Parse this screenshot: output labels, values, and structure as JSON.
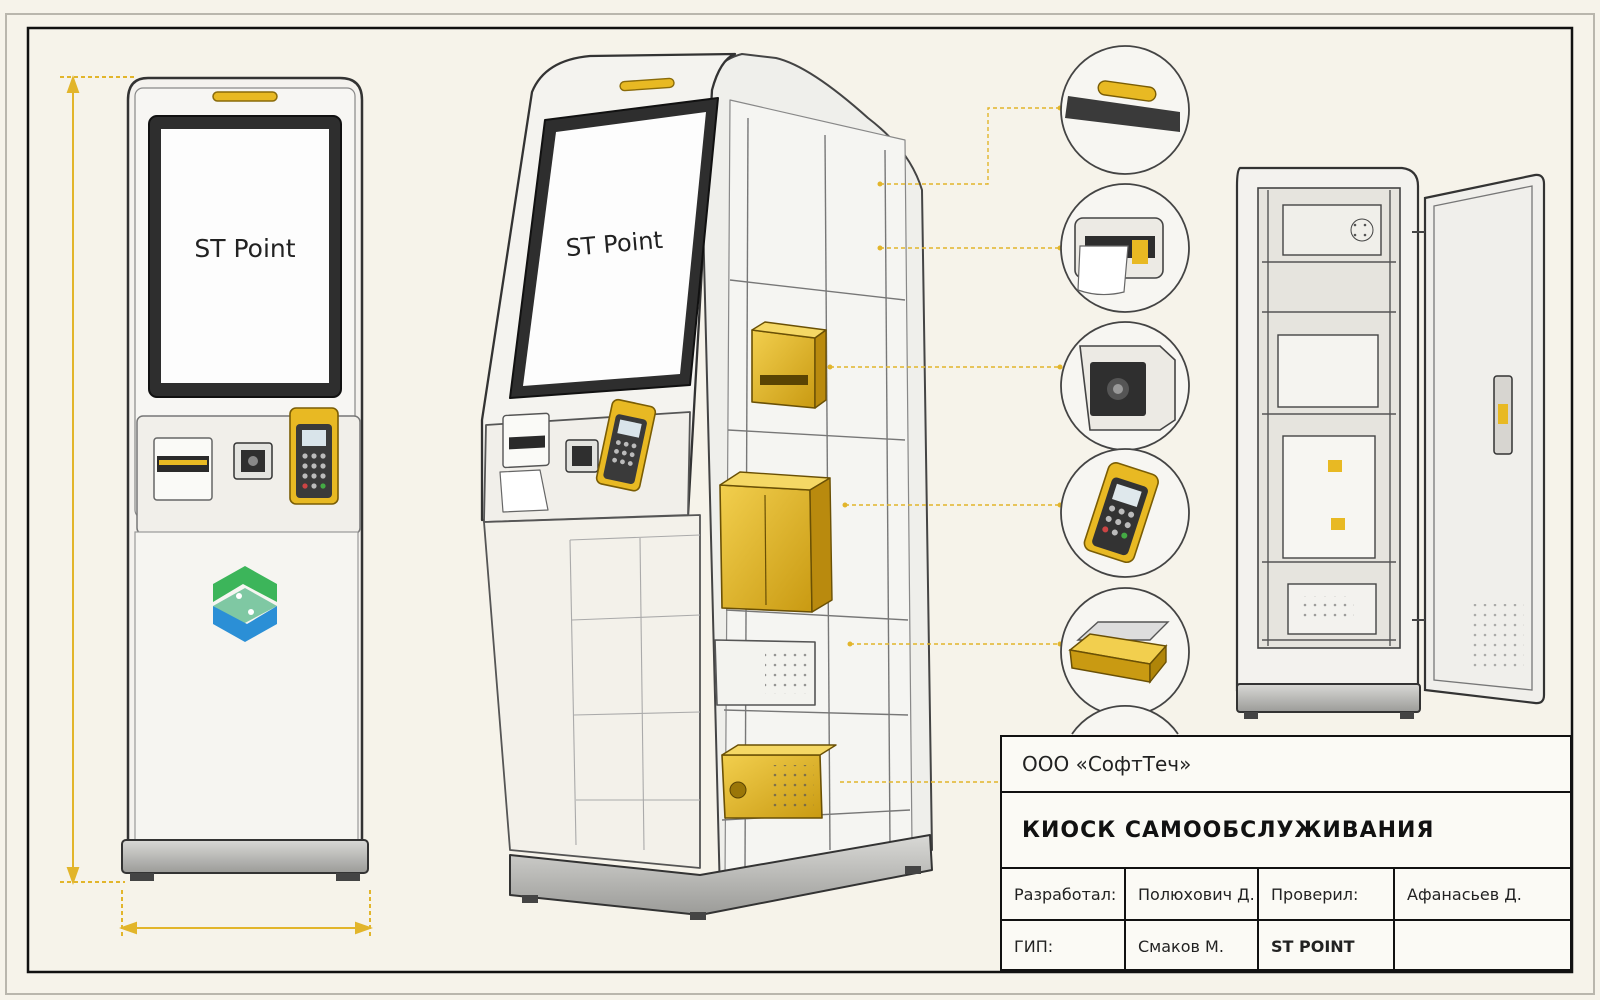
{
  "drawing": {
    "screen_brand": "ST Point",
    "colors": {
      "accent_yellow": "#e8b923",
      "line": "#3a3a3a",
      "paper": "#f6f3ea",
      "logo_green": "#3cb55a",
      "logo_blue": "#2b8fd6"
    },
    "details": [
      "card-slot-icon",
      "receipt-printer-icon",
      "scanner-camera-icon",
      "pos-terminal-icon",
      "cash-tray-icon"
    ]
  },
  "title_block": {
    "organization": "ООО «СофтТеч»",
    "title": "КИОСК САМООБСЛУЖИВАНИЯ",
    "developed_by_label": "Разработал:",
    "developed_by_name": "Полюхович Д.",
    "checked_by_label": "Проверил:",
    "checked_by_name": "Афанасьев Д.",
    "chief_engineer_label": "ГИП:",
    "chief_engineer_name": "Смаков М.",
    "product": "ST POINT"
  }
}
